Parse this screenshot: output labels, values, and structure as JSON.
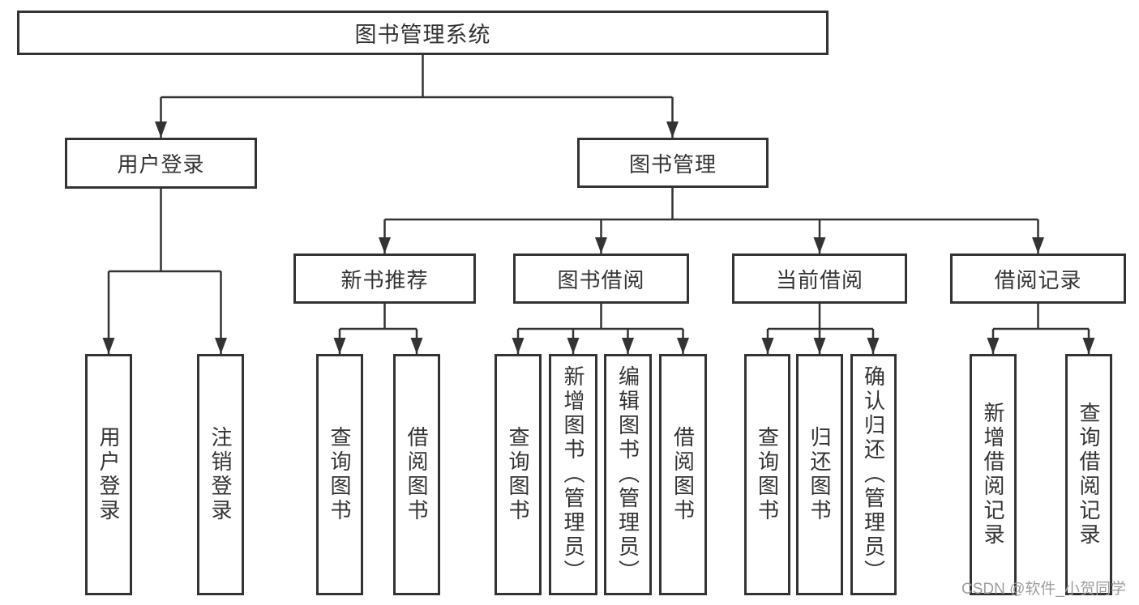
{
  "tree": {
    "root": "图书管理系统",
    "branches": [
      {
        "label": "用户登录",
        "children": [
          "用户登录",
          "注销登录"
        ]
      },
      {
        "label": "图书管理",
        "children": [
          {
            "label": "新书推荐",
            "children": [
              "查询图书",
              "借阅图书"
            ]
          },
          {
            "label": "图书借阅",
            "children": [
              "查询图书",
              "新增图书（管理员）",
              "编辑图书（管理员）",
              "借阅图书"
            ]
          },
          {
            "label": "当前借阅",
            "children": [
              "查询图书",
              "归还图书",
              "确认归还（管理员）"
            ]
          },
          {
            "label": "借阅记录",
            "children": [
              "新增借阅记录",
              "查询借阅记录"
            ]
          }
        ]
      }
    ]
  },
  "colors": {
    "line": "#333333",
    "box_border": "#333333",
    "text": "#333333",
    "watermark": "#9e9e9e"
  },
  "watermark": "CSDN @软件_小贺同学"
}
